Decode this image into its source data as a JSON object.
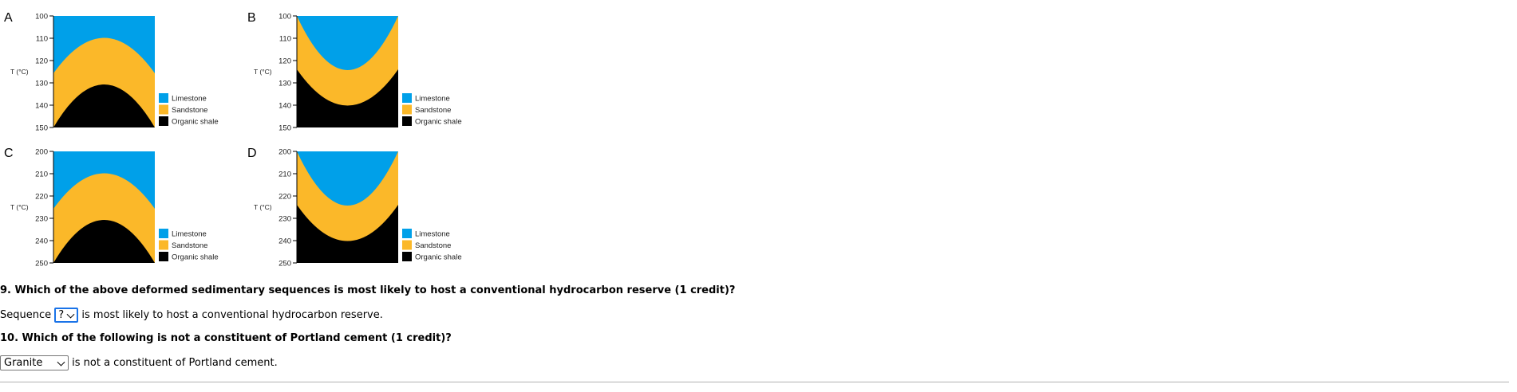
{
  "colors": {
    "limestone": "#00a0e9",
    "sandstone": "#fbb829",
    "organic_shale": "#000000",
    "focus": "#1a73e8"
  },
  "panels": [
    {
      "letter": "A",
      "axis_label": "T (°C)",
      "ticks": [
        "100",
        "110",
        "120",
        "130",
        "140",
        "150"
      ],
      "shape": "anticline",
      "legend": [
        "Limestone",
        "Sandstone",
        "Organic shale"
      ]
    },
    {
      "letter": "B",
      "axis_label": "T (°C)",
      "ticks": [
        "100",
        "110",
        "120",
        "130",
        "140",
        "150"
      ],
      "shape": "syncline",
      "legend": [
        "Limestone",
        "Sandstone",
        "Organic shale"
      ]
    },
    {
      "letter": "C",
      "axis_label": "T (°C)",
      "ticks": [
        "200",
        "210",
        "220",
        "230",
        "240",
        "250"
      ],
      "shape": "anticline",
      "legend": [
        "Limestone",
        "Sandstone",
        "Organic shale"
      ]
    },
    {
      "letter": "D",
      "axis_label": "T (°C)",
      "ticks": [
        "200",
        "210",
        "220",
        "230",
        "240",
        "250"
      ],
      "shape": "syncline",
      "legend": [
        "Limestone",
        "Sandstone",
        "Organic shale"
      ]
    }
  ],
  "q9": {
    "title": "9. Which of the above deformed sedimentary sequences is most likely to host a conventional hydrocarbon reserve (1 credit)?",
    "prefix": "Sequence",
    "selected": "?",
    "suffix": "is most likely to host a conventional hydrocarbon reserve."
  },
  "q10": {
    "title": "10. Which of the following is not a constituent of Portland cement (1 credit)?",
    "selected": "Granite",
    "suffix": "is not a constituent of Portland cement."
  }
}
